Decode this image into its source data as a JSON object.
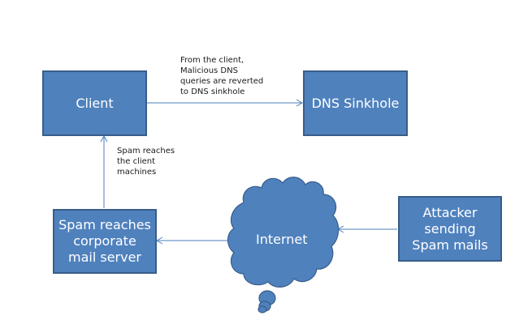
{
  "nodes": {
    "client": "Client",
    "dns_sinkhole": "DNS Sinkhole",
    "mail_server": "Spam reaches corporate mail server",
    "internet": "Internet",
    "attacker": "Attacker sending Spam mails"
  },
  "edge_labels": {
    "client_to_sinkhole": "From the client, Malicious DNS queries are reverted to DNS sinkhole",
    "mail_to_client": "Spam reaches the client machines"
  },
  "colors": {
    "box_fill": "#4f81bd",
    "box_border": "#385d8a",
    "arrow": "#4a7ebb"
  }
}
